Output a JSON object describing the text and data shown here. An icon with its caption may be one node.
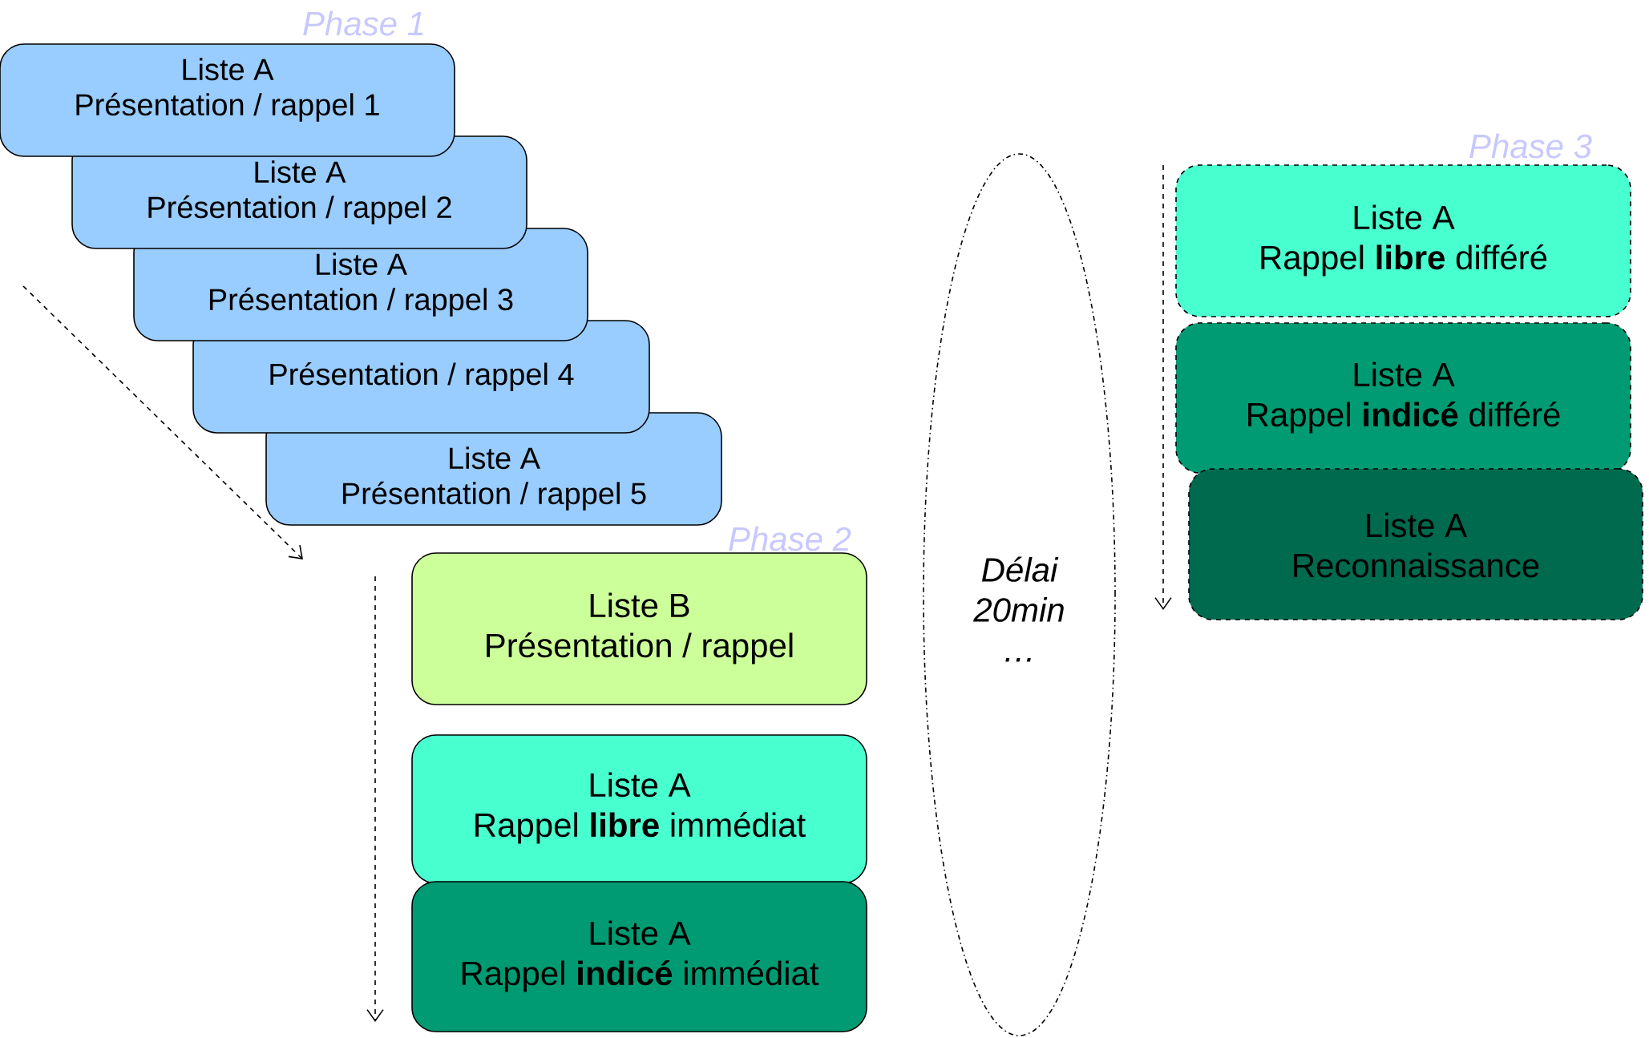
{
  "diagram": {
    "nodes": [
      {
        "text": [
          "Liste A",
          "Présentation / rappel 1"
        ]
      },
      {
        "text": [
          "Liste A",
          "Présentation / rappel 2"
        ]
      },
      {
        "text": [
          "Liste A",
          "Présentation / rappel 3"
        ]
      },
      {
        "text": [
          "Présentation / rappel 4"
        ]
      },
      {
        "text": [
          "Liste A",
          "Présentation / rappel 5"
        ]
      },
      {
        "text": [
          "Liste B",
          "Présentation / rappel"
        ]
      },
      {
        "text": [
          "Liste A",
          "Rappel **libre** immédiat"
        ]
      },
      {
        "text": [
          "Liste A",
          "Rappel **indicé** immédiat"
        ]
      },
      {
        "text": [
          "Délai 20min …"
        ]
      },
      {
        "text": [
          "Liste A",
          "Rappel **libre** différé"
        ]
      },
      {
        "text": [
          "Liste A",
          "Rappel **indicé** différé"
        ]
      },
      {
        "text": [
          "Liste A",
          "Reconnaissance"
        ]
      }
    ],
    "labels": [
      "Phase 1",
      "Phase 2",
      "Phase 3"
    ]
  }
}
